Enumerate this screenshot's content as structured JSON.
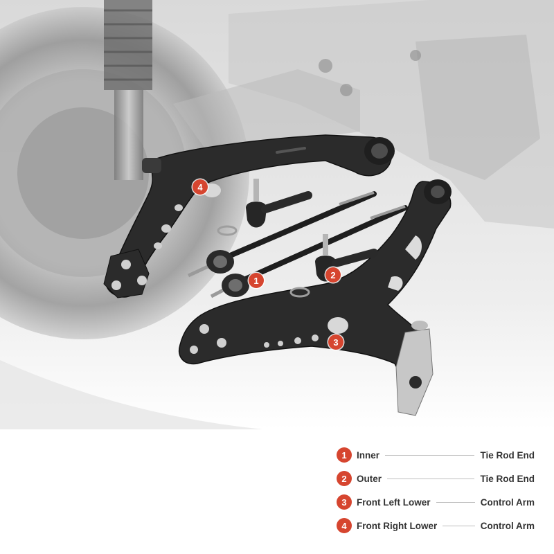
{
  "callouts": [
    "1",
    "2",
    "3",
    "4"
  ],
  "legend": [
    {
      "num": "1",
      "left": "Inner",
      "right": "Tie Rod End"
    },
    {
      "num": "2",
      "left": "Outer",
      "right": "Tie Rod End"
    },
    {
      "num": "3",
      "left": "Front Left Lower",
      "right": "Control Arm"
    },
    {
      "num": "4",
      "left": "Front Right Lower",
      "right": "Control Arm"
    }
  ],
  "colors": {
    "accent": "#d6452f",
    "part": "#2b2b2b",
    "background_tint": "#e2e2e2"
  }
}
